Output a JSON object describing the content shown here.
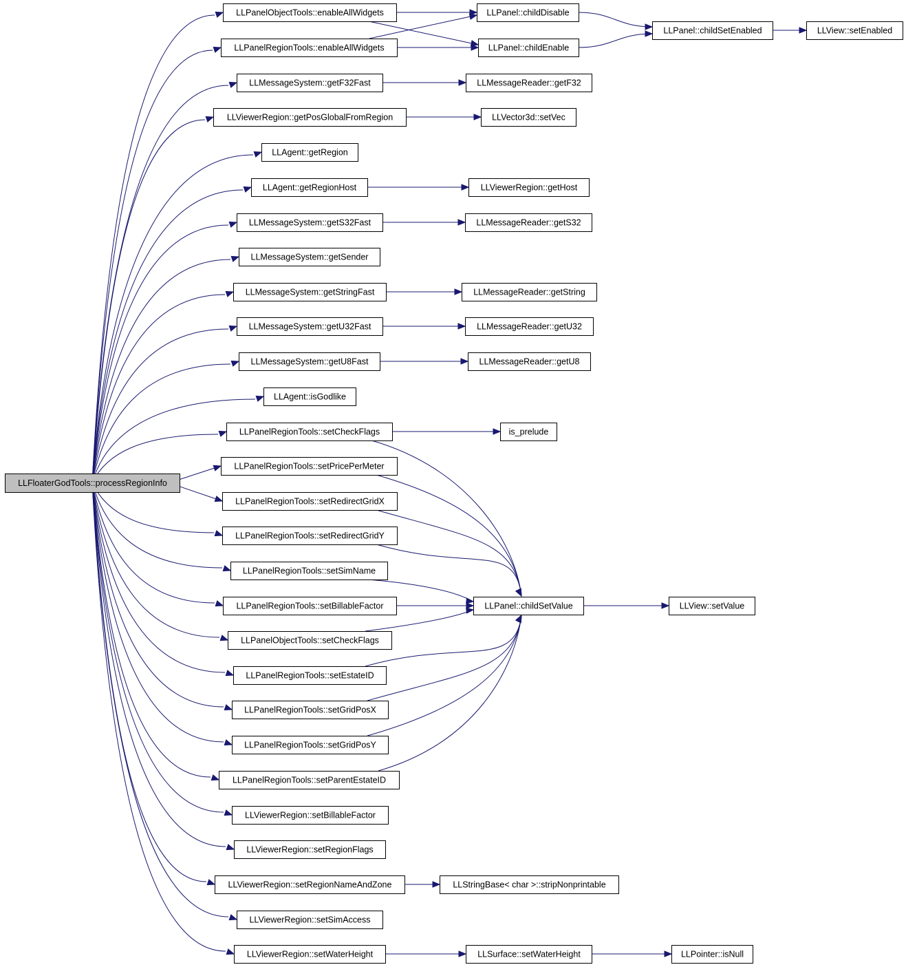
{
  "graph": {
    "root": "LLFloaterGodTools::processRegionInfo",
    "nodes": [
      {
        "id": "root",
        "label": "LLFloaterGodTools::processRegionInfo"
      },
      {
        "id": "n1",
        "label": "LLPanelObjectTools::enableAllWidgets"
      },
      {
        "id": "n2",
        "label": "LLPanelRegionTools::enableAllWidgets"
      },
      {
        "id": "n3",
        "label": "LLMessageSystem::getF32Fast"
      },
      {
        "id": "n4",
        "label": "LLViewerRegion::getPosGlobalFromRegion"
      },
      {
        "id": "n5",
        "label": "LLAgent::getRegion"
      },
      {
        "id": "n6",
        "label": "LLAgent::getRegionHost"
      },
      {
        "id": "n7",
        "label": "LLMessageSystem::getS32Fast"
      },
      {
        "id": "n8",
        "label": "LLMessageSystem::getSender"
      },
      {
        "id": "n9",
        "label": "LLMessageSystem::getStringFast"
      },
      {
        "id": "n10",
        "label": "LLMessageSystem::getU32Fast"
      },
      {
        "id": "n11",
        "label": "LLMessageSystem::getU8Fast"
      },
      {
        "id": "n12",
        "label": "LLAgent::isGodlike"
      },
      {
        "id": "n13",
        "label": "LLPanelRegionTools::setCheckFlags"
      },
      {
        "id": "n14",
        "label": "LLPanelRegionTools::setPricePerMeter"
      },
      {
        "id": "n15",
        "label": "LLPanelRegionTools::setRedirectGridX"
      },
      {
        "id": "n16",
        "label": "LLPanelRegionTools::setRedirectGridY"
      },
      {
        "id": "n17",
        "label": "LLPanelRegionTools::setSimName"
      },
      {
        "id": "n18",
        "label": "LLPanelRegionTools::setBillableFactor"
      },
      {
        "id": "n19",
        "label": "LLPanelObjectTools::setCheckFlags"
      },
      {
        "id": "n20",
        "label": "LLPanelRegionTools::setEstateID"
      },
      {
        "id": "n21",
        "label": "LLPanelRegionTools::setGridPosX"
      },
      {
        "id": "n22",
        "label": "LLPanelRegionTools::setGridPosY"
      },
      {
        "id": "n23",
        "label": "LLPanelRegionTools::setParentEstateID"
      },
      {
        "id": "n24",
        "label": "LLViewerRegion::setBillableFactor"
      },
      {
        "id": "n25",
        "label": "LLViewerRegion::setRegionFlags"
      },
      {
        "id": "n26",
        "label": "LLViewerRegion::setRegionNameAndZone"
      },
      {
        "id": "n27",
        "label": "LLViewerRegion::setSimAccess"
      },
      {
        "id": "n28",
        "label": "LLViewerRegion::setWaterHeight"
      },
      {
        "id": "c1",
        "label": "LLPanel::childDisable"
      },
      {
        "id": "c2",
        "label": "LLPanel::childEnable"
      },
      {
        "id": "c3",
        "label": "LLMessageReader::getF32"
      },
      {
        "id": "c4",
        "label": "LLVector3d::setVec"
      },
      {
        "id": "c5",
        "label": "LLViewerRegion::getHost"
      },
      {
        "id": "c6",
        "label": "LLMessageReader::getS32"
      },
      {
        "id": "c7",
        "label": "LLMessageReader::getString"
      },
      {
        "id": "c8",
        "label": "LLMessageReader::getU32"
      },
      {
        "id": "c9",
        "label": "LLMessageReader::getU8"
      },
      {
        "id": "c10",
        "label": "is_prelude"
      },
      {
        "id": "c11",
        "label": "LLPanel::childSetValue"
      },
      {
        "id": "c12",
        "label": "LLStringBase< char >::stripNonprintable"
      },
      {
        "id": "c13",
        "label": "LLSurface::setWaterHeight"
      },
      {
        "id": "d1",
        "label": "LLPanel::childSetEnabled"
      },
      {
        "id": "d2",
        "label": "LLView::setValue"
      },
      {
        "id": "d3",
        "label": "LLPointer::isNull"
      },
      {
        "id": "e1",
        "label": "LLView::setEnabled"
      }
    ],
    "edges": [
      [
        "root",
        "n1"
      ],
      [
        "root",
        "n2"
      ],
      [
        "root",
        "n3"
      ],
      [
        "root",
        "n4"
      ],
      [
        "root",
        "n5"
      ],
      [
        "root",
        "n6"
      ],
      [
        "root",
        "n7"
      ],
      [
        "root",
        "n8"
      ],
      [
        "root",
        "n9"
      ],
      [
        "root",
        "n10"
      ],
      [
        "root",
        "n11"
      ],
      [
        "root",
        "n12"
      ],
      [
        "root",
        "n13"
      ],
      [
        "root",
        "n14"
      ],
      [
        "root",
        "n15"
      ],
      [
        "root",
        "n16"
      ],
      [
        "root",
        "n17"
      ],
      [
        "root",
        "n18"
      ],
      [
        "root",
        "n19"
      ],
      [
        "root",
        "n20"
      ],
      [
        "root",
        "n21"
      ],
      [
        "root",
        "n22"
      ],
      [
        "root",
        "n23"
      ],
      [
        "root",
        "n24"
      ],
      [
        "root",
        "n25"
      ],
      [
        "root",
        "n26"
      ],
      [
        "root",
        "n27"
      ],
      [
        "root",
        "n28"
      ],
      [
        "n1",
        "c1"
      ],
      [
        "n1",
        "c2"
      ],
      [
        "n2",
        "c1"
      ],
      [
        "n2",
        "c2"
      ],
      [
        "n3",
        "c3"
      ],
      [
        "n4",
        "c4"
      ],
      [
        "n6",
        "c5"
      ],
      [
        "n7",
        "c6"
      ],
      [
        "n9",
        "c7"
      ],
      [
        "n10",
        "c8"
      ],
      [
        "n11",
        "c9"
      ],
      [
        "n13",
        "c10"
      ],
      [
        "n13",
        "c11"
      ],
      [
        "n14",
        "c11"
      ],
      [
        "n15",
        "c11"
      ],
      [
        "n16",
        "c11"
      ],
      [
        "n17",
        "c11"
      ],
      [
        "n18",
        "c11"
      ],
      [
        "n19",
        "c11"
      ],
      [
        "n20",
        "c11"
      ],
      [
        "n21",
        "c11"
      ],
      [
        "n22",
        "c11"
      ],
      [
        "n23",
        "c11"
      ],
      [
        "n26",
        "c12"
      ],
      [
        "n28",
        "c13"
      ],
      [
        "c1",
        "d1"
      ],
      [
        "c2",
        "d1"
      ],
      [
        "c11",
        "d2"
      ],
      [
        "c13",
        "d3"
      ],
      [
        "d1",
        "e1"
      ]
    ]
  }
}
